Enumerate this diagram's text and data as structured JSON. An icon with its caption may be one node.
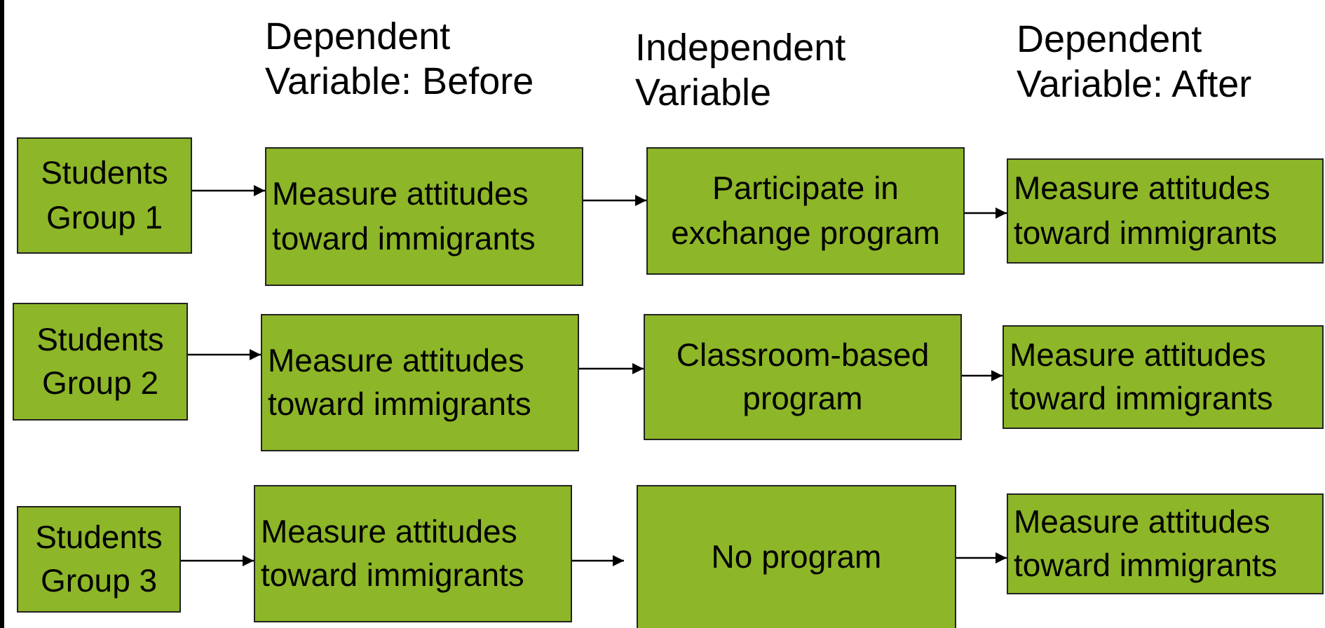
{
  "diagram": {
    "nodes": [
      {
        "text": [
          "Students Group 1"
        ]
      },
      {
        "text": [
          "Measure attitudes toward immigrants"
        ]
      },
      {
        "text": [
          "Participate in exchange program"
        ]
      },
      {
        "text": [
          "Measure attitudes toward immigrants"
        ]
      },
      {
        "text": [
          "Students Group 2"
        ]
      },
      {
        "text": [
          "Measure attitudes toward immigrants"
        ]
      },
      {
        "text": [
          "Classroom-based program"
        ]
      },
      {
        "text": [
          "Measure attitudes toward immigrants"
        ]
      },
      {
        "text": [
          "Students Group 3"
        ]
      },
      {
        "text": [
          "Measure attitudes toward immigrants"
        ]
      },
      {
        "text": [
          "No program"
        ]
      },
      {
        "text": [
          "Measure attitudes toward immigrants"
        ]
      }
    ],
    "edges": [
      {
        "from": 0,
        "to": 1,
        "arrow": "to"
      },
      {
        "from": 1,
        "to": 2,
        "arrow": "to"
      },
      {
        "from": 2,
        "to": 3,
        "arrow": "to"
      },
      {
        "from": 4,
        "to": 5,
        "arrow": "to"
      },
      {
        "from": 5,
        "to": 6,
        "arrow": "to"
      },
      {
        "from": 6,
        "to": 7,
        "arrow": "to"
      },
      {
        "from": 8,
        "to": 9,
        "arrow": "to"
      },
      {
        "from": 9,
        "to": 10,
        "arrow": "to"
      },
      {
        "from": 10,
        "to": 11,
        "arrow": "to"
      }
    ],
    "labels": [
      "Dependent Variable: Before",
      "Independent Variable",
      "Dependent Variable: After"
    ]
  }
}
